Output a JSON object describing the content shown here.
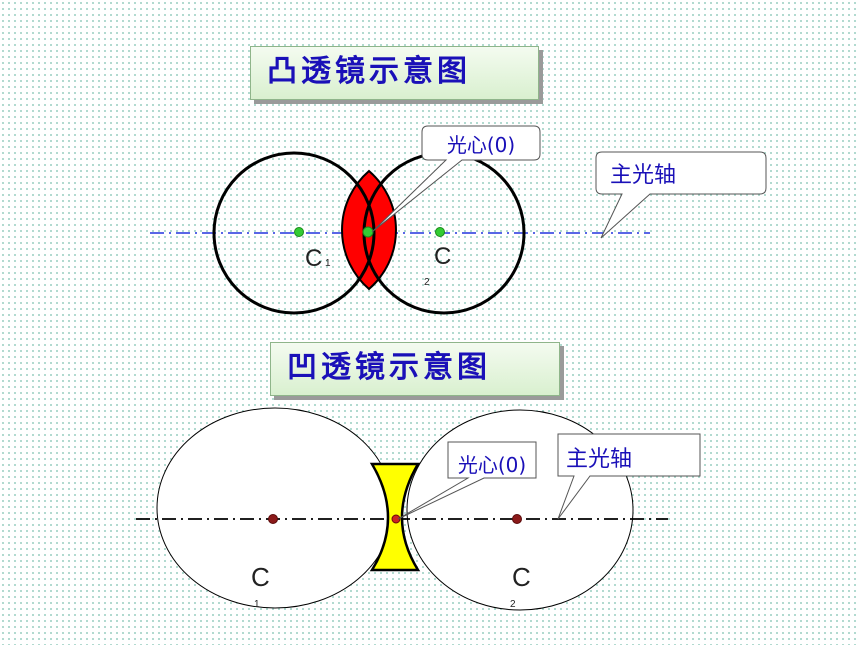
{
  "convex": {
    "title": "凸透镜示意图",
    "optical_center_label": "光心(0)",
    "axis_label": "主光轴",
    "c1_letter": "C",
    "c1_sub": "1",
    "c2_letter": "C",
    "c2_sub": "2",
    "lens_color": "#ff0000",
    "point_color": "#33cc33",
    "axis_color": "#2233dd"
  },
  "concave": {
    "title": "凹透镜示意图",
    "optical_center_label": "光心(0)",
    "axis_label": "主光轴",
    "c1_letter": "C",
    "c1_sub": "1",
    "c2_letter": "C",
    "c2_sub": "2",
    "lens_color": "#ffff00",
    "point_color": "#8b1a1a",
    "center_point_color": "#cc2222",
    "axis_color": "#000000"
  }
}
